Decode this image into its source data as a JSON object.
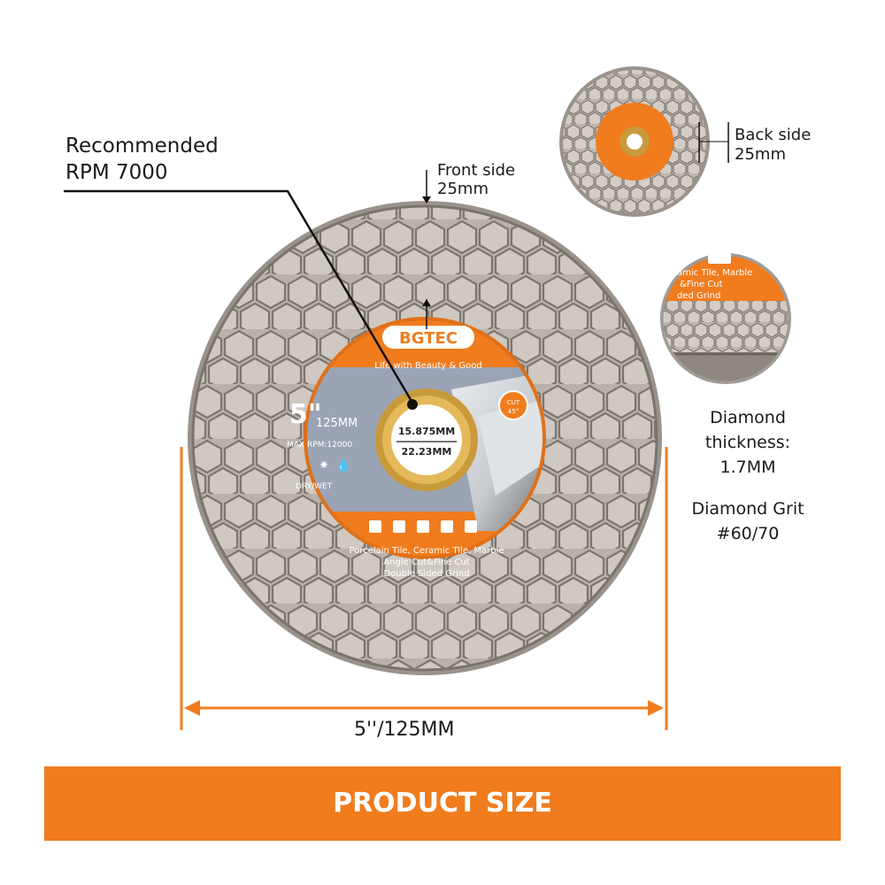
{
  "callouts": {
    "recommended_line1": "Recommended",
    "recommended_line2": "RPM 7000",
    "front_side_line1": "Front side",
    "front_side_line2": "25mm",
    "back_side_line1": "Back side",
    "back_side_line2": "25mm"
  },
  "specs": {
    "thickness_line1": "Diamond",
    "thickness_line2": "thickness:",
    "thickness_line3": "1.7MM",
    "grit_line1": "Diamond Grit",
    "grit_line2": "#60/70"
  },
  "blade_label": {
    "brand": "BGTEC",
    "tagline": "Life with Beauty & Good",
    "size_big": "5\"",
    "size_mm": "125MM",
    "max_rpm": "MAX RPM:12000",
    "dry_wet": "DRY/WET",
    "bore1": "15.875MM",
    "bore2": "22.23MM",
    "cut_badge": "CUT",
    "cut_angle": "45°",
    "uses_line1": "Porcelain Tile, Ceramic Tile, Marble",
    "uses_line2": "Angle Cut&Fine Cut",
    "uses_line3": "Double Sided Grind"
  },
  "inset_label": {
    "line1": "amic Tile, Marble",
    "line2": "&Fine Cut",
    "line3": "ded Grind"
  },
  "dimension": "5''/125MM",
  "banner_title": "PRODUCT SIZE",
  "colors": {
    "orange": "#f07c1e",
    "steel": "#b8b0a8",
    "steel_dark": "#8c857e",
    "label_grey": "#9aa4b4",
    "gold": "#c99a3c"
  }
}
